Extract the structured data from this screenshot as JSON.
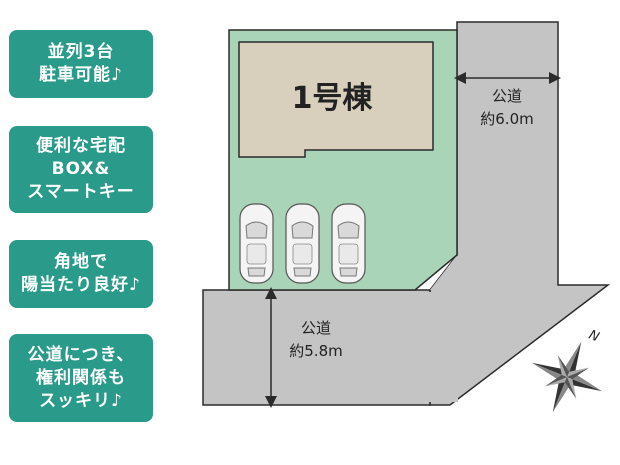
{
  "badges": [
    {
      "lines": [
        "並列3台",
        "駐車可能♪"
      ]
    },
    {
      "lines": [
        "便利な宅配",
        "BOX&",
        "スマートキー"
      ]
    },
    {
      "lines": [
        "角地で",
        "陽当たり良好♪"
      ]
    },
    {
      "lines": [
        "公道につき、",
        "権利関係も",
        "スッキリ♪"
      ]
    }
  ],
  "plan": {
    "building_label": "1号棟",
    "road_east": {
      "label": "公道",
      "width": "約6.0m"
    },
    "road_south": {
      "label": "公道",
      "width": "約5.8m"
    },
    "compass_label": "N",
    "colors": {
      "lot": "#a9d4b7",
      "building": "#d8d0bd",
      "road": "#c4c4c4",
      "outline": "#2b2b2b",
      "badge": "#2a9a8a"
    },
    "parking_count": 3
  }
}
